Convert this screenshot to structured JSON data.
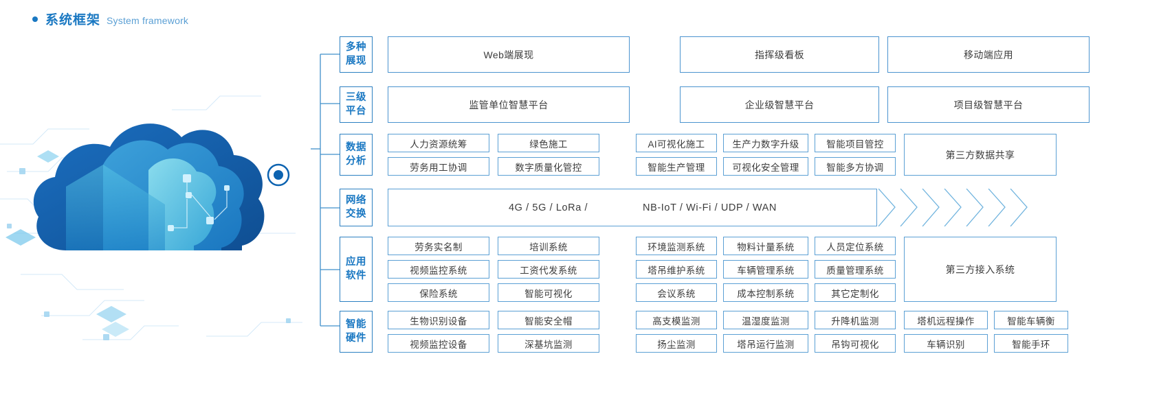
{
  "heading": {
    "bullet": "bullet-dot",
    "title_cn": "系统框架",
    "title_en": "System framework"
  },
  "artwork": {
    "name": "cloud-circuit-illustration",
    "colors": {
      "cloud_dark": "#1565b5",
      "cloud_mid": "#2a8fd0",
      "cloud_light": "#6fd0e8",
      "node": "#0d63b0",
      "line": "#bcdcf2"
    }
  },
  "colors": {
    "accent": "#1a78c2",
    "border": "#5a9fd4",
    "label_border": "#2a7fc1",
    "text": "#3c3c3c"
  },
  "rows": [
    {
      "label": "多种展现",
      "label_lines": [
        "多种",
        "展现"
      ],
      "type": "three-wide",
      "cells": [
        "Web端展现",
        "指挥级看板",
        "移动端应用"
      ]
    },
    {
      "label": "三级平台",
      "label_lines": [
        "三级",
        "平台"
      ],
      "type": "three-wide",
      "cells": [
        "监管单位智慧平台",
        "企业级智慧平台",
        "项目级智慧平台"
      ]
    },
    {
      "label": "数据分析",
      "label_lines": [
        "数据",
        "分析"
      ],
      "type": "grid",
      "left_grid": [
        [
          "人力资源统筹",
          "绿色施工"
        ],
        [
          "劳务用工协调",
          "数字质量化管控"
        ]
      ],
      "mid_grid": [
        [
          "AI可视化施工",
          "生产力数字升级",
          "智能项目管控"
        ],
        [
          "智能生产管理",
          "可视化安全管理",
          "智能多方协调"
        ]
      ],
      "right_cell": "第三方数据共享"
    },
    {
      "label": "网络交换",
      "label_lines": [
        "网络",
        "交换"
      ],
      "type": "network",
      "text_left": "4G / 5G / LoRa /",
      "text_right": "NB-IoT / Wi-Fi / UDP / WAN",
      "chevron_count": 7
    },
    {
      "label": "应用软件",
      "label_lines": [
        "应用",
        "软件"
      ],
      "type": "grid",
      "left_grid": [
        [
          "劳务实名制",
          "培训系统"
        ],
        [
          "视频监控系统",
          "工资代发系统"
        ],
        [
          "保险系统",
          "智能可视化"
        ]
      ],
      "mid_grid": [
        [
          "环境监测系统",
          "物料计量系统",
          "人员定位系统"
        ],
        [
          "塔吊维护系统",
          "车辆管理系统",
          "质量管理系统"
        ],
        [
          "会议系统",
          "成本控制系统",
          "其它定制化"
        ]
      ],
      "right_cell": "第三方接入系统"
    },
    {
      "label": "智能硬件",
      "label_lines": [
        "智能",
        "硬件"
      ],
      "type": "hardware",
      "left_grid": [
        [
          "生物识别设备",
          "智能安全帽"
        ],
        [
          "视频监控设备",
          "深基坑监测"
        ]
      ],
      "mid_grid": [
        [
          "高支模监测",
          "温湿度监测",
          "升降机监测"
        ],
        [
          "扬尘监测",
          "塔吊运行监测",
          "吊钩可视化"
        ]
      ],
      "right_grid": [
        [
          "塔机远程操作",
          "智能车辆衡"
        ],
        [
          "车辆识别",
          "智能手环"
        ]
      ]
    }
  ]
}
